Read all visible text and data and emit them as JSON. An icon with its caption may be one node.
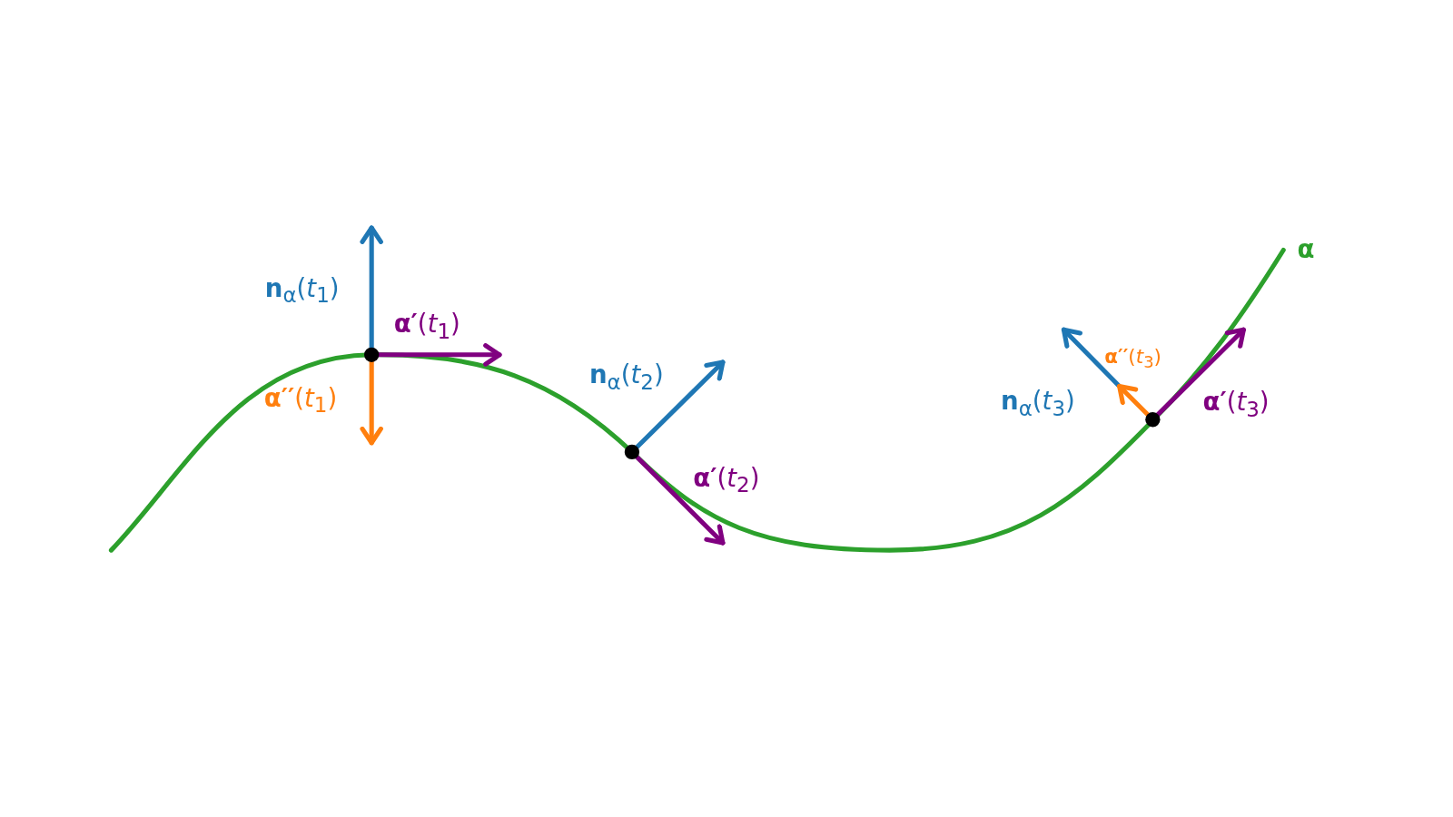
{
  "diagram": {
    "labels": [
      "**α**",
      "**n**$_{α}$(*t*$_{1}$)",
      "**α′**(*t*$_{1}$)",
      "**α′′**(*t*$_{3}$)",
      "**n**$_{α}$(*t*$_{2}$)",
      "**α′′**(*t*$_{1}$)",
      "**n**$_{α}$(*t*$_{3}$)",
      "**α′**(*t*$_{3}$)",
      "**α′**(*t*$_{2}$)"
    ]
  }
}
